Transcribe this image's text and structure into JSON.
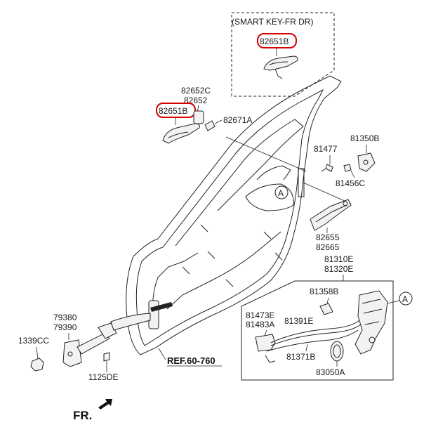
{
  "smart_key_note": "(SMART KEY-FR DR)",
  "labels": {
    "p82651B_top": "82651B",
    "p82652C": "82652C",
    "p82652": "82652",
    "p82651B": "82651B",
    "p82671A": "82671A",
    "p81477": "81477",
    "p81350B": "81350B",
    "p81456C": "81456C",
    "callout_a": "A",
    "p82655": "82655",
    "p82665": "82665",
    "p81310E": "81310E",
    "p81320E": "81320E",
    "p81358B": "81358B",
    "p81473E": "81473E",
    "p81483A": "81483A",
    "p81391E": "81391E",
    "p81371B": "81371B",
    "p83050A": "83050A",
    "callout_a2": "A",
    "p79380": "79380",
    "p79390": "79390",
    "p1339CC": "1339CC",
    "p1125DE": "1125DE",
    "ref": "REF.60-760",
    "fr": "FR."
  },
  "colors": {
    "highlight": "#d40000",
    "line": "#222222"
  }
}
